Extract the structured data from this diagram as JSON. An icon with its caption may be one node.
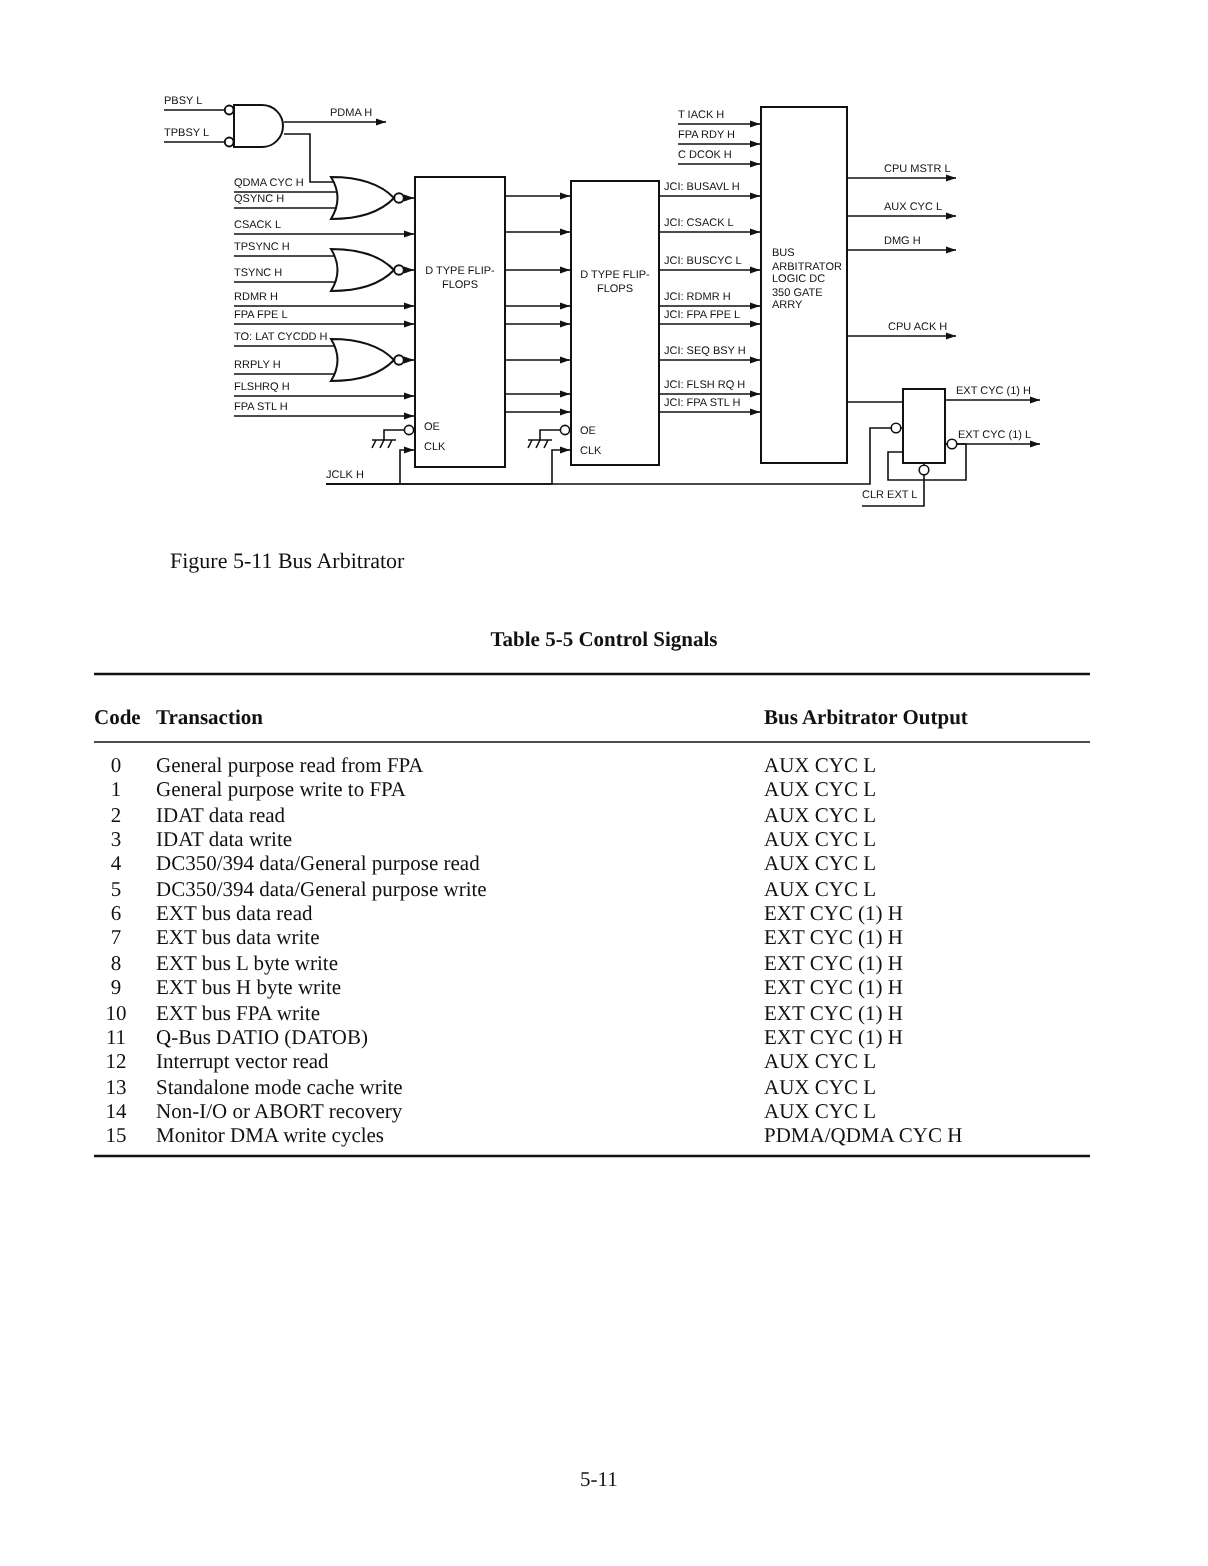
{
  "diagram": {
    "caption": "Figure 5-11 Bus Arbitrator",
    "nodes": [
      {
        "text": [],
        "shape": "gate"
      },
      {
        "text": [],
        "shape": "gate"
      },
      {
        "text": [],
        "shape": "gate"
      },
      {
        "text": [],
        "shape": "gate"
      },
      {
        "text": [
          "D TYPE FLIP-FLOPS",
          "OE",
          "CLK"
        ]
      },
      {
        "text": [
          "D TYPE FLIP-FLOPS",
          "OE",
          "CLK"
        ]
      },
      {
        "text": [
          "BUS ARBITRATOR LOGIC DC 350 GATE ARRY"
        ]
      },
      {
        "text": [],
        "shape": "box"
      }
    ],
    "edges": [
      {
        "from": null,
        "to": 0,
        "arrow": "none",
        "label": "PBSY L"
      },
      {
        "from": null,
        "to": 0,
        "arrow": "none",
        "label": "TPBSY L"
      },
      {
        "from": 0,
        "to": null,
        "arrow": "to",
        "label": "PDMA H"
      },
      {
        "from": 0,
        "to": 1,
        "arrow": "none"
      },
      {
        "from": null,
        "to": 1,
        "arrow": "none",
        "label": "QDMA CYC H"
      },
      {
        "from": null,
        "to": 1,
        "arrow": "none",
        "label": "QSYNC H"
      },
      {
        "from": 1,
        "to": 4,
        "arrow": "to"
      },
      {
        "from": null,
        "to": 4,
        "arrow": "to",
        "label": "CSACK L"
      },
      {
        "from": null,
        "to": 2,
        "arrow": "none",
        "label": "TPSYNC H"
      },
      {
        "from": null,
        "to": 2,
        "arrow": "none",
        "label": "TSYNC H"
      },
      {
        "from": 2,
        "to": 4,
        "arrow": "to"
      },
      {
        "from": null,
        "to": 4,
        "arrow": "to",
        "label": "RDMR H"
      },
      {
        "from": null,
        "to": 4,
        "arrow": "to",
        "label": "FPA FPE L"
      },
      {
        "from": null,
        "to": 3,
        "arrow": "none",
        "label": "TO: LAT CYCDD H"
      },
      {
        "from": null,
        "to": 3,
        "arrow": "none",
        "label": "RRPLY H"
      },
      {
        "from": 3,
        "to": 4,
        "arrow": "to"
      },
      {
        "from": null,
        "to": 4,
        "arrow": "to",
        "label": "FLSHRQ H"
      },
      {
        "from": null,
        "to": 4,
        "arrow": "to",
        "label": "FPA STL H"
      },
      {
        "from": 4,
        "to": 5,
        "arrow": "to"
      },
      {
        "from": 4,
        "to": 5,
        "arrow": "to"
      },
      {
        "from": 4,
        "to": 5,
        "arrow": "to"
      },
      {
        "from": 4,
        "to": 5,
        "arrow": "to"
      },
      {
        "from": 4,
        "to": 5,
        "arrow": "to"
      },
      {
        "from": 4,
        "to": 5,
        "arrow": "to"
      },
      {
        "from": 4,
        "to": 5,
        "arrow": "to"
      },
      {
        "from": 4,
        "to": 5,
        "arrow": "to"
      },
      {
        "from": 5,
        "to": 6,
        "arrow": "to",
        "label": "JCI: BUSAVL H"
      },
      {
        "from": 5,
        "to": 6,
        "arrow": "to",
        "label": "JCI: CSACK L"
      },
      {
        "from": 5,
        "to": 6,
        "arrow": "to",
        "label": "JCI: BUSCYC L"
      },
      {
        "from": 5,
        "to": 6,
        "arrow": "to",
        "label": "JCI: RDMR H"
      },
      {
        "from": 5,
        "to": 6,
        "arrow": "to",
        "label": "JCI: FPA FPE L"
      },
      {
        "from": 5,
        "to": 6,
        "arrow": "to",
        "label": "JCI: SEQ BSY H"
      },
      {
        "from": 5,
        "to": 6,
        "arrow": "to",
        "label": "JCI: FLSH RQ H"
      },
      {
        "from": 5,
        "to": 6,
        "arrow": "to",
        "label": "JCI: FPA STL H"
      },
      {
        "from": null,
        "to": 6,
        "arrow": "to",
        "label": "T IACK H"
      },
      {
        "from": null,
        "to": 6,
        "arrow": "to",
        "label": "FPA RDY H"
      },
      {
        "from": null,
        "to": 6,
        "arrow": "to",
        "label": "C DCOK H"
      },
      {
        "from": 6,
        "to": null,
        "arrow": "to",
        "label": "CPU MSTR L"
      },
      {
        "from": 6,
        "to": null,
        "arrow": "to",
        "label": "AUX CYC L"
      },
      {
        "from": 6,
        "to": null,
        "arrow": "to",
        "label": "DMG H"
      },
      {
        "from": 6,
        "to": 7,
        "arrow": "none"
      },
      {
        "from": 6,
        "to": null,
        "arrow": "to",
        "label": "CPU ACK H"
      },
      {
        "from": 7,
        "to": null,
        "arrow": "to",
        "label": "EXT CYC (1) H"
      },
      {
        "from": 7,
        "to": null,
        "arrow": "to",
        "label": "EXT CYC (1) L"
      },
      {
        "from": null,
        "to": 4,
        "arrow": "to",
        "label": "JCLK H"
      },
      {
        "from": null,
        "to": 5,
        "arrow": "to"
      },
      {
        "from": null,
        "to": 7,
        "arrow": "other"
      },
      {
        "from": null,
        "to": 7,
        "arrow": "other",
        "label": "CLR EXT L"
      },
      {
        "from": 7,
        "to": 7,
        "arrow": "other"
      }
    ],
    "labels": [
      "Table 5-5 Control Signals",
      "Code",
      "Transaction",
      "Bus Arbitrator Output",
      "0",
      "General purpose read from FPA",
      "AUX CYC L",
      "1",
      "General purpose write to FPA",
      "AUX CYC L",
      "2",
      "IDAT data read",
      "AUX CYC L",
      "3",
      "IDAT data write",
      "AUX CYC L",
      "4",
      "DC350/394 data/General purpose read",
      "AUX CYC L",
      "5",
      "DC350/394 data/General purpose write",
      "AUX CYC L",
      "6",
      "EXT bus data read",
      "EXT CYC (1) H",
      "7",
      "EXT bus data write",
      "EXT CYC (1) H",
      "8",
      "EXT bus L byte write",
      "EXT CYC (1) H",
      "9",
      "EXT bus H byte write",
      "EXT CYC (1) H",
      "10",
      "EXT bus FPA write",
      "EXT CYC (1) H",
      "11",
      "Q-Bus DATIO (DATOB)",
      "EXT CYC (1) H",
      "12",
      "Interrupt vector read",
      "AUX CYC L",
      "13",
      "Standalone mode cache write",
      "AUX CYC L",
      "14",
      "Non-I/O or ABORT recovery",
      "AUX CYC L",
      "15",
      "Monitor DMA write cycles",
      "PDMA/QDMA CYC H",
      "5-11"
    ]
  }
}
